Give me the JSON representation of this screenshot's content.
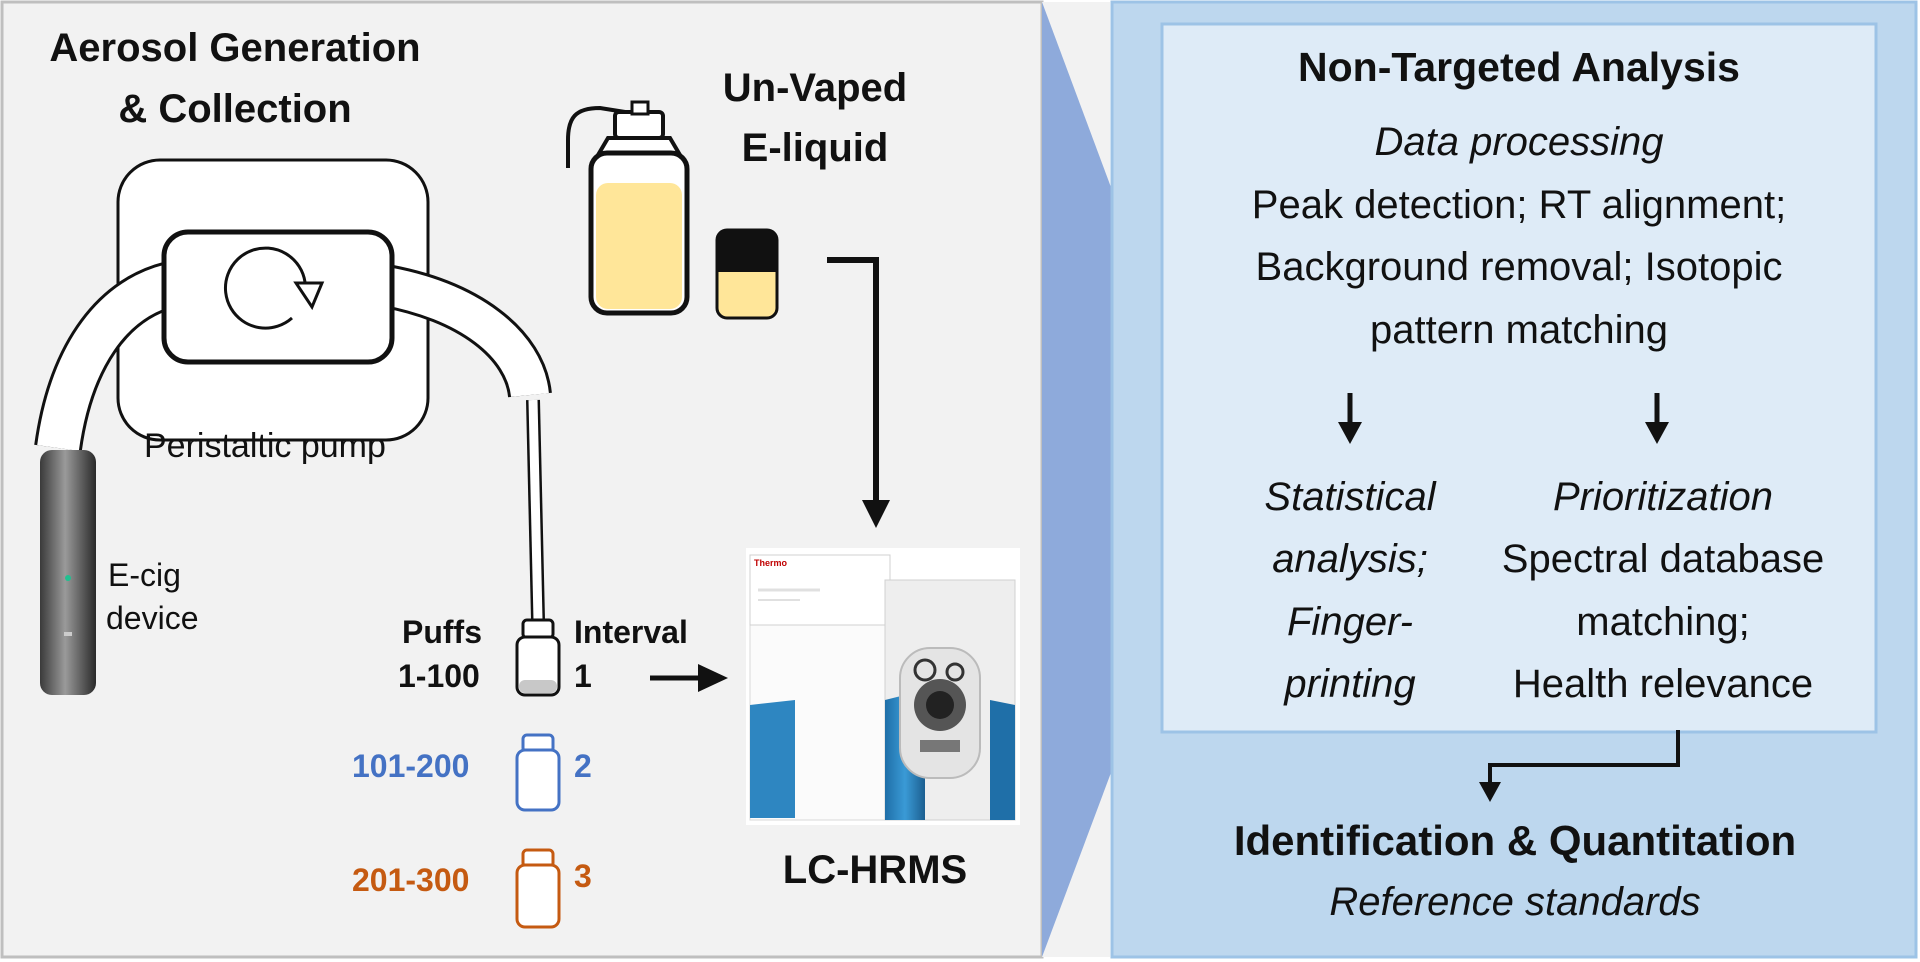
{
  "left_panel": {
    "title_line1": "Aerosol Generation",
    "title_line2": "& Collection",
    "pump_label": "Peristaltic pump",
    "device_label_line1": "E-cig",
    "device_label_line2": "device",
    "puffs_header_line1": "Puffs",
    "puffs_header_line2": "1-100",
    "interval_header": "Interval",
    "vials": [
      {
        "puffs": "1-100",
        "interval": "1",
        "color": "#111111"
      },
      {
        "puffs": "101-200",
        "interval": "2",
        "color": "#4472c4"
      },
      {
        "puffs": "201-300",
        "interval": "3",
        "color": "#c55a11"
      }
    ],
    "eliquid_line1": "Un-Vaped",
    "eliquid_line2": "E-liquid",
    "instrument_label": "LC-HRMS",
    "instrument_brand": "Thermo"
  },
  "right_panel": {
    "nta_title": "Non-Targeted Analysis",
    "data_processing": "Data processing",
    "processing_lines": [
      "Peak detection; RT alignment;",
      "Background removal; Isotopic",
      "pattern matching"
    ],
    "left_branch_lines": [
      "Statistical",
      "analysis;",
      "Finger-",
      "printing"
    ],
    "right_branch_title": "Prioritization",
    "right_branch_lines": [
      "Spectral database",
      "matching;",
      "Health relevance"
    ],
    "result_title": "Identification & Quantitation",
    "result_subtitle": "Reference standards"
  },
  "colors": {
    "left_bg": "#f2f2f2",
    "right_bg": "#bdd7ee",
    "inner_box_bg": "#deebf7",
    "funnel": "#8eaadb",
    "liquid": "#ffe699",
    "blue_vial": "#4472c4",
    "orange_vial": "#c55a11",
    "instrument_blue": "#2e86c1"
  }
}
